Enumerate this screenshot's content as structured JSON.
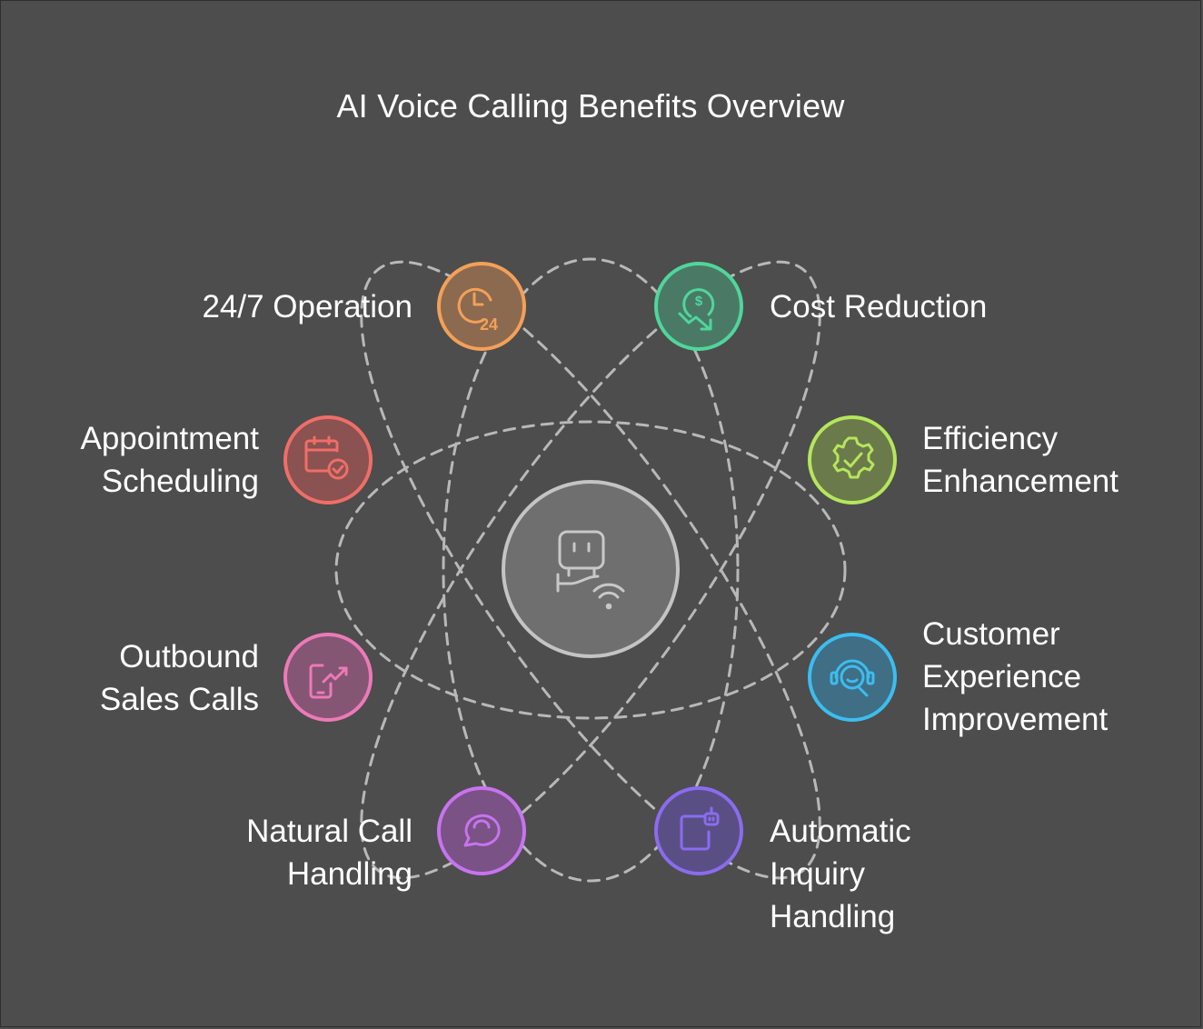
{
  "title": "AI Voice Calling Benefits Overview",
  "center": {
    "icon": "robot-wifi-icon"
  },
  "benefits": [
    {
      "label": "24/7 Operation",
      "icon": "clock-24-icon",
      "color": "#f4a058"
    },
    {
      "label": "Cost Reduction",
      "icon": "dollar-down-icon",
      "color": "#4fd69c"
    },
    {
      "label": "Efficiency\nEnhancement",
      "icon": "gear-check-icon",
      "color": "#b5e65c"
    },
    {
      "label": "Customer\nExperience\nImprovement",
      "icon": "headset-icon",
      "color": "#3cbdf0"
    },
    {
      "label": "Automatic\nInquiry\nHandling",
      "icon": "tablet-bot-icon",
      "color": "#8a6cf0"
    },
    {
      "label": "Natural Call\nHandling",
      "icon": "chat-bubble-icon",
      "color": "#c774f0"
    },
    {
      "label": "Outbound\nSales Calls",
      "icon": "phone-trend-icon",
      "color": "#ec7ab8"
    },
    {
      "label": "Appointment\nScheduling",
      "icon": "calendar-check-icon",
      "color": "#f06e68"
    }
  ]
}
